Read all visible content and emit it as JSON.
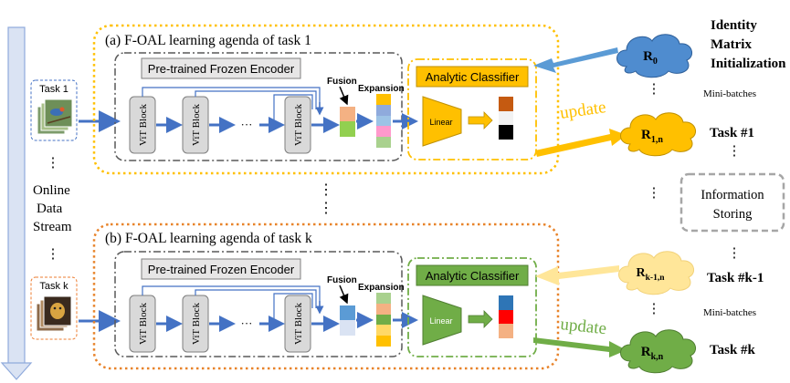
{
  "left": {
    "stream_line1": "Online",
    "stream_line2": "Data",
    "stream_line3": "Stream",
    "task1_label": "Task 1",
    "taskk_label": "Task k"
  },
  "panel_a": {
    "title": "(a) F-OAL learning agenda of task 1",
    "encoder_label": "Pre-trained Frozen Encoder",
    "vit_label": "ViT Block",
    "dots": "···",
    "fusion_label": "Fusion",
    "expansion_label": "Expansion",
    "classifier_label": "Analytic Classifier",
    "linear_label": "Linear"
  },
  "panel_b": {
    "title": "(b) F-OAL learning agenda of task k",
    "encoder_label": "Pre-trained Frozen Encoder",
    "vit_label": "ViT Block",
    "dots": "···",
    "fusion_label": "Fusion",
    "expansion_label": "Expansion",
    "classifier_label": "Analytic Classifier",
    "linear_label": "Linear"
  },
  "right": {
    "r0_main": "R",
    "r0_sub": "0",
    "r1_main": "R",
    "r1_sub": "1,n",
    "rk1_main": "R",
    "rk1_sub": "k-1,n",
    "rk_main": "R",
    "rk_sub": "k,n",
    "identity_line1": "Identity",
    "identity_line2": "Matrix",
    "identity_line3": "Initialization",
    "minibatches_top": "Mini-batches",
    "minibatches_bottom": "Mini-batches",
    "task_1": "Task  #1",
    "task_k1": "Task  #k-1",
    "task_k": "Task  #k",
    "info_line1": "Information",
    "info_line2": "Storing",
    "update_top": "update",
    "update_bottom": "update"
  },
  "colors": {
    "blue_arrow": "#4472c4",
    "orange": "#ffc000",
    "green": "#70ad47",
    "dotted_orange": "#e8832a",
    "cloud_blue": "#5b9bd5",
    "cloud_light_orange": "#ffe699"
  },
  "icons": [
    "cloud-icon",
    "photo-thumbnail-icon",
    "linear-layer-icon"
  ]
}
